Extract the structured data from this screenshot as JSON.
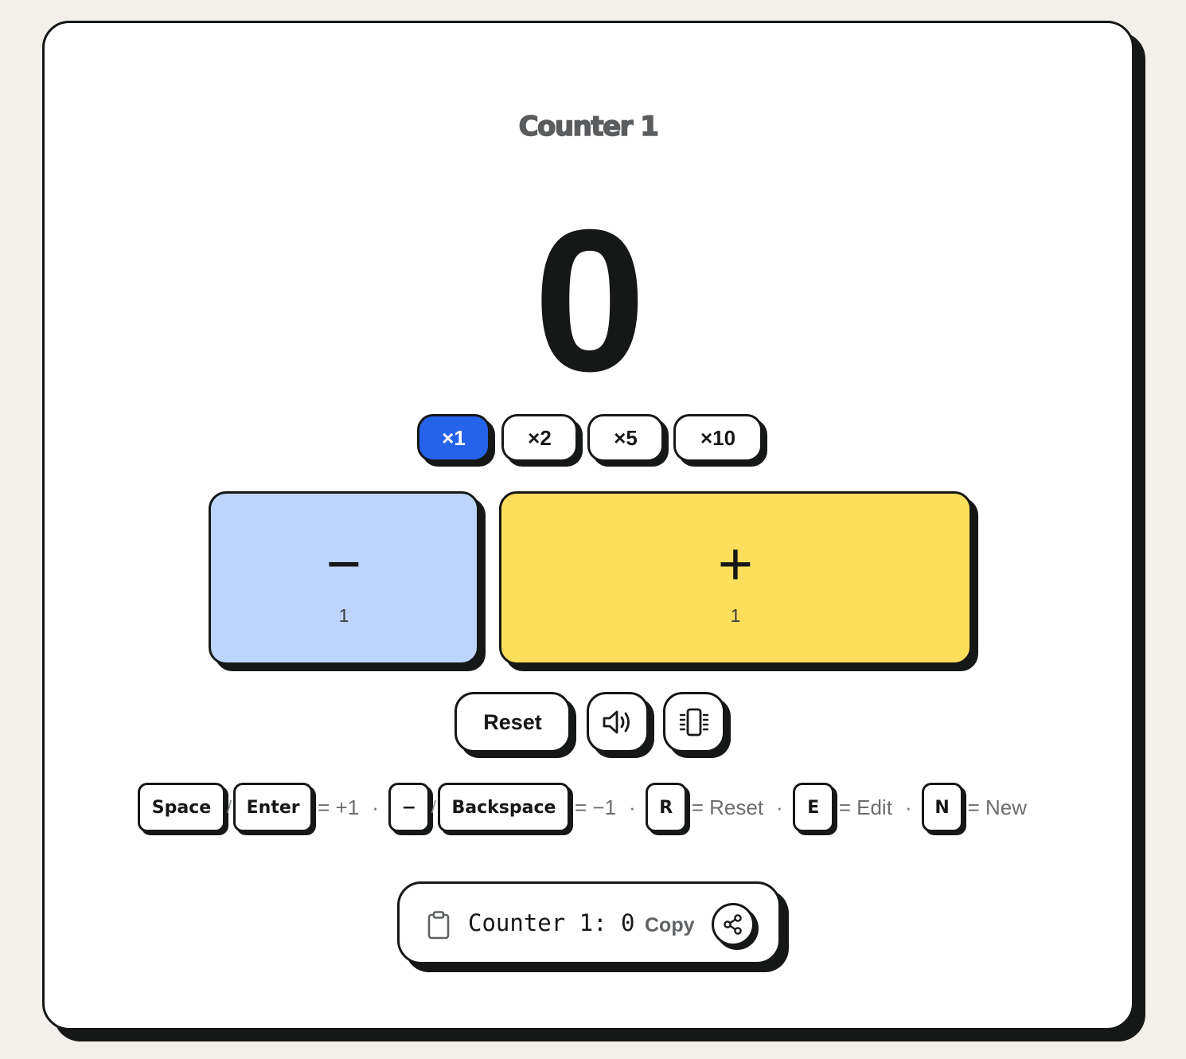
{
  "counter": {
    "title": "Counter 1",
    "value": "0"
  },
  "multipliers": [
    {
      "label": "×1",
      "active": true
    },
    {
      "label": "×2",
      "active": false
    },
    {
      "label": "×5",
      "active": false
    },
    {
      "label": "×10",
      "active": false
    }
  ],
  "buttons": {
    "minus_symbol": "−",
    "minus_step": "1",
    "plus_symbol": "+",
    "plus_step": "1",
    "reset_label": "Reset"
  },
  "shortcuts": {
    "space": "Space",
    "slash": "/",
    "enter": "Enter",
    "inc_text": "= +1",
    "dot": "·",
    "minus_key": "−",
    "backspace": "Backspace",
    "dec_text": "= −1",
    "r_key": "R",
    "reset_text": "= Reset",
    "e_key": "E",
    "edit_text": "= Edit",
    "n_key": "N",
    "new_text": "= New"
  },
  "copy_bar": {
    "text": "Counter 1: 0",
    "copy_label": "Copy"
  },
  "colors": {
    "accent": "#2563eb",
    "minus_bg": "#bdd5fc",
    "plus_bg": "#fedf5c",
    "ink": "#151816",
    "page_bg": "#f3f0ec"
  },
  "icons": [
    "sound-icon",
    "vibrate-icon",
    "clipboard-icon",
    "share-icon"
  ]
}
